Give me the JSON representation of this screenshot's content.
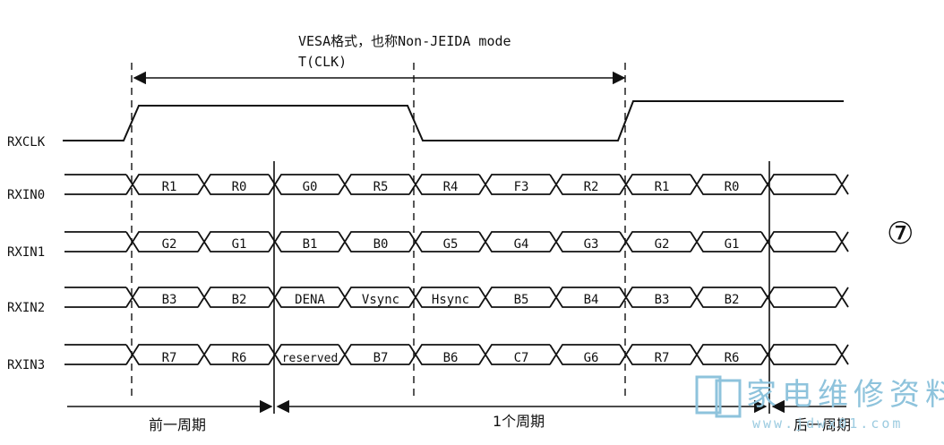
{
  "header": {
    "title": "VESA格式，也称Non-JEIDA mode",
    "period_label": "T(CLK)"
  },
  "clock": {
    "label": "RXCLK"
  },
  "lanes": [
    {
      "label": "RXIN0",
      "cells": [
        "R1",
        "R0",
        "G0",
        "R5",
        "R4",
        "F3",
        "R2",
        "R1",
        "R0",
        ""
      ]
    },
    {
      "label": "RXIN1",
      "cells": [
        "G2",
        "G1",
        "B1",
        "B0",
        "G5",
        "G4",
        "G3",
        "G2",
        "G1",
        ""
      ]
    },
    {
      "label": "RXIN2",
      "cells": [
        "B3",
        "B2",
        "DENA",
        "Vsync",
        "Hsync",
        "B5",
        "B4",
        "B3",
        "B2",
        ""
      ]
    },
    {
      "label": "RXIN3",
      "cells": [
        "R7",
        "R6",
        "reserved",
        "B7",
        "B6",
        "C7",
        "G6",
        "R7",
        "R6",
        ""
      ]
    }
  ],
  "periods": {
    "previous": "前一周期",
    "current": "1个周期",
    "next": "后一周期"
  },
  "figure_number": "⑦",
  "watermark": {
    "brand": "家电维修资料网",
    "url": "www.jdwx01.com"
  },
  "colors": {
    "line": "#111111",
    "watermark": "#8ec3dc"
  }
}
